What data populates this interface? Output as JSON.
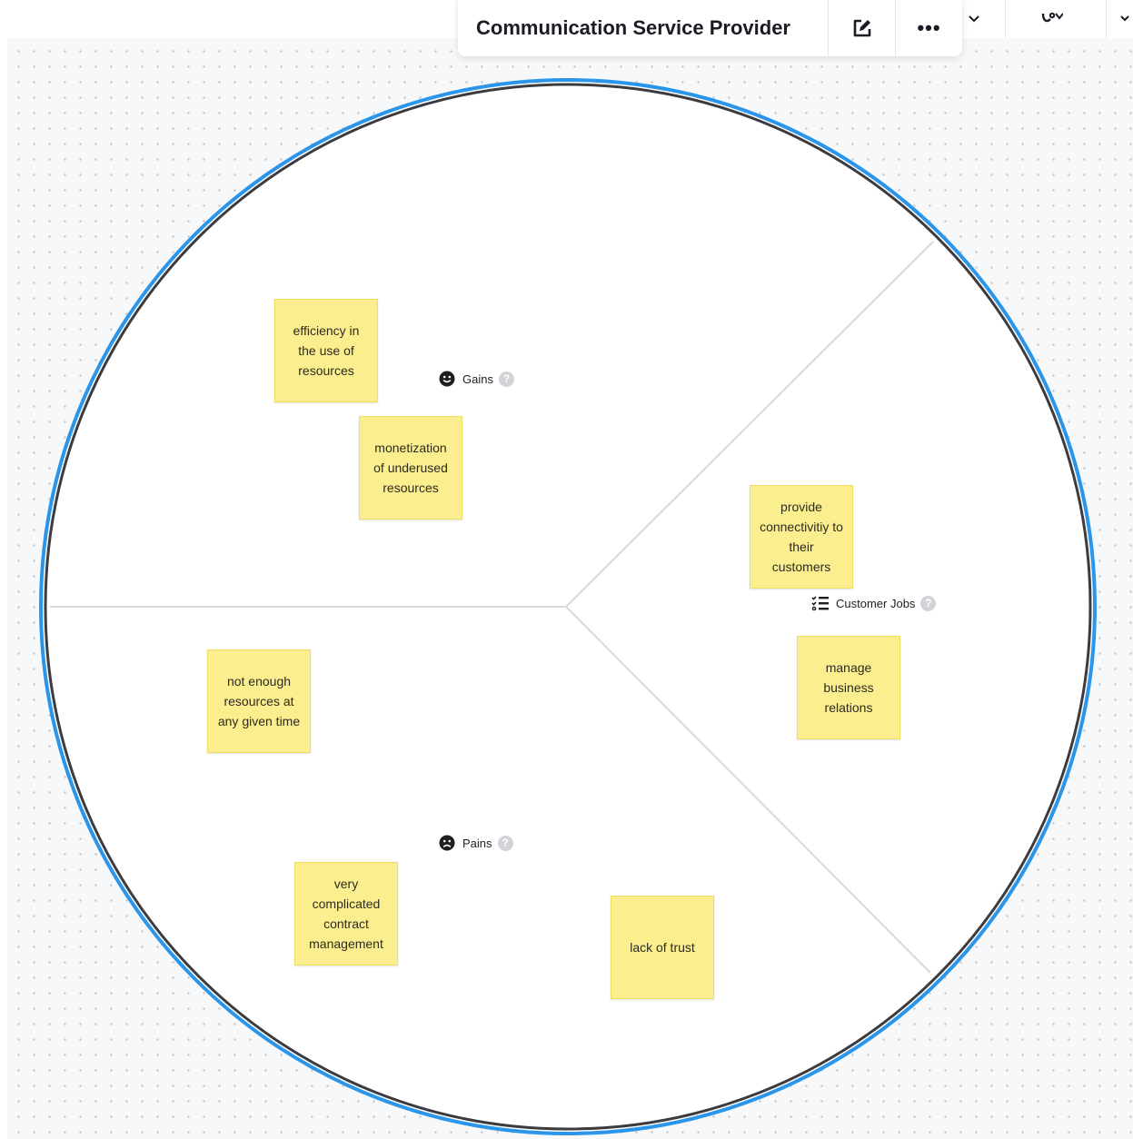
{
  "board": {
    "title": "Communication Service Provider",
    "edit_icon": "edit-pencil-square-icon",
    "more_label": "•••"
  },
  "colors": {
    "sticky": "#fbee8f",
    "circle_outer": "#2b95e9",
    "circle_inner": "#3c3c40",
    "divider": "#d9d9dc"
  },
  "sections": {
    "gains": {
      "label": "Gains",
      "icon": "smile-face-icon",
      "help": "?"
    },
    "pains": {
      "label": "Pains",
      "icon": "sad-face-icon",
      "help": "?"
    },
    "jobs": {
      "label": "Customer Jobs",
      "icon": "checklist-icon",
      "help": "?"
    }
  },
  "stickies": {
    "gain1": "efficiency in the use of resources",
    "gain2": "monetization of underused resources",
    "job1": "provide connectivitiy to their customers",
    "job2": "manage business relations",
    "pain1": "not enough resources at any given time",
    "pain2": "very complicated contract management",
    "pain3": "lack of trust"
  }
}
